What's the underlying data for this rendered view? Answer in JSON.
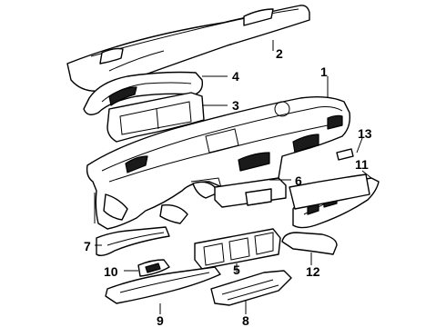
{
  "diagram": {
    "callouts": [
      {
        "id": "2",
        "label": "2"
      },
      {
        "id": "4",
        "label": "4"
      },
      {
        "id": "3",
        "label": "3"
      },
      {
        "id": "1",
        "label": "1"
      },
      {
        "id": "13",
        "label": "13"
      },
      {
        "id": "11",
        "label": "11"
      },
      {
        "id": "6",
        "label": "6"
      },
      {
        "id": "7",
        "label": "7"
      },
      {
        "id": "10",
        "label": "10"
      },
      {
        "id": "5",
        "label": "5"
      },
      {
        "id": "12",
        "label": "12"
      },
      {
        "id": "9",
        "label": "9"
      },
      {
        "id": "8",
        "label": "8"
      }
    ]
  }
}
